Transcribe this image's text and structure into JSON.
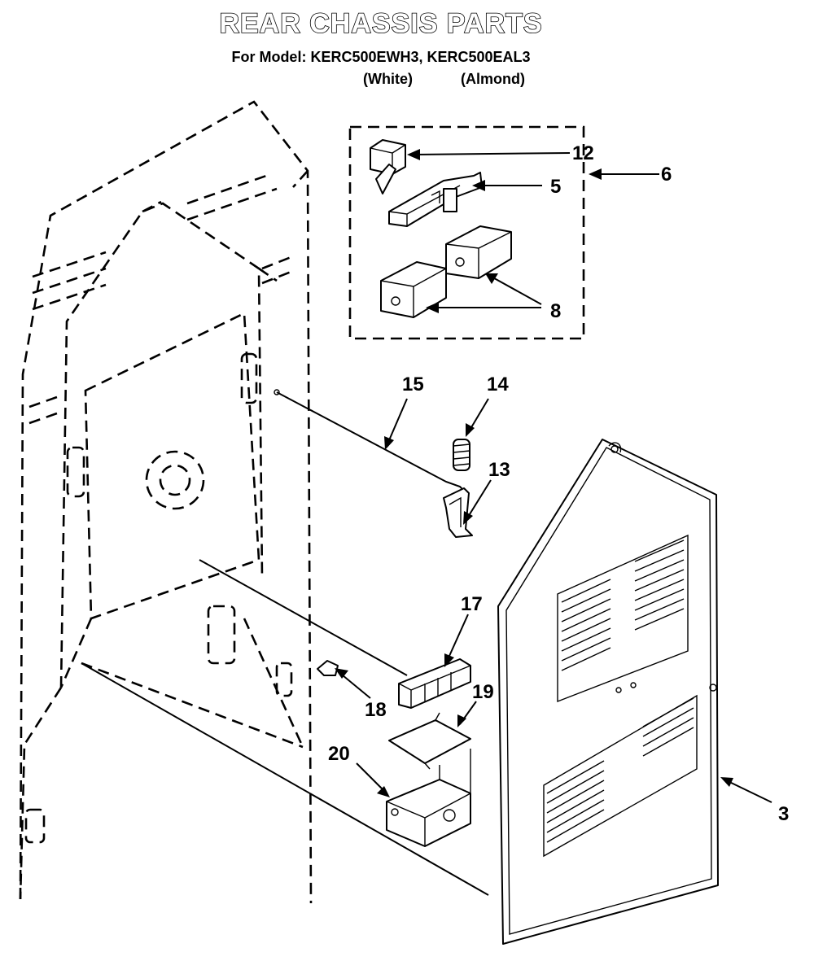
{
  "header": {
    "title": "REAR CHASSIS PARTS",
    "subtitle": "For Model: KERC500EWH3, KERC500EAL3",
    "variants": [
      "(White)",
      "(Almond)"
    ]
  },
  "callouts": [
    "12",
    "5",
    "6",
    "8",
    "15",
    "14",
    "13",
    "17",
    "18",
    "19",
    "20",
    "3"
  ]
}
